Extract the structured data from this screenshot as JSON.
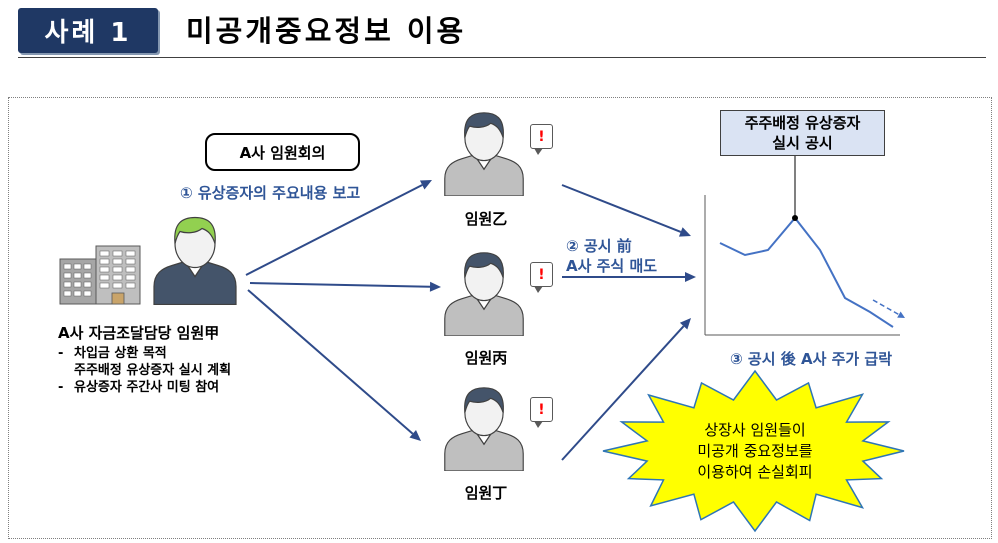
{
  "header": {
    "badge": "사례 1",
    "title": "미공개중요정보 이용"
  },
  "meeting": {
    "label": "A사 임원회의"
  },
  "steps": {
    "report": "① 유상증자의 주요내용 보고",
    "sell": [
      "② 공시 前",
      "A사 주식 매도"
    ],
    "drop": "③ 공시 後 A사 주가 급락"
  },
  "source": {
    "label": "A사 자금조달담당 임원甲",
    "details": [
      {
        "marker": "-",
        "lines": [
          "차입금 상환 목적",
          "주주배정 유상증자 실시 계획"
        ]
      },
      {
        "marker": "-",
        "lines": [
          "유상증자 주간사 미팅 참여"
        ]
      }
    ]
  },
  "recipients": [
    {
      "label": "임원乙",
      "alert": "!"
    },
    {
      "label": "임원丙",
      "alert": "!"
    },
    {
      "label": "임원丁",
      "alert": "!"
    }
  ],
  "callout": [
    "주주배정 유상증자",
    "실시 공시"
  ],
  "burst": [
    "상장사 임원들이",
    "미공개 중요정보를",
    "이용하여 손실회피"
  ],
  "icons": {
    "source_building": "office-building-icon",
    "person": "person-icon",
    "alert": "speech-bubble-alert-icon"
  },
  "colors": {
    "badge": "#1F3864",
    "accent_blue": "#2F5597",
    "arrow": "#2F4B8A",
    "chart_line": "#4472C4",
    "burst_fill": "#FFFF00",
    "burst_stroke": "#2E75B6",
    "callout_fill": "#DAE3F3",
    "source_hair": "#92D050",
    "source_body": "#44546A",
    "recipient_hair": "#44546A",
    "recipient_body": "#BFBFBF",
    "alert": "#FF0000"
  }
}
